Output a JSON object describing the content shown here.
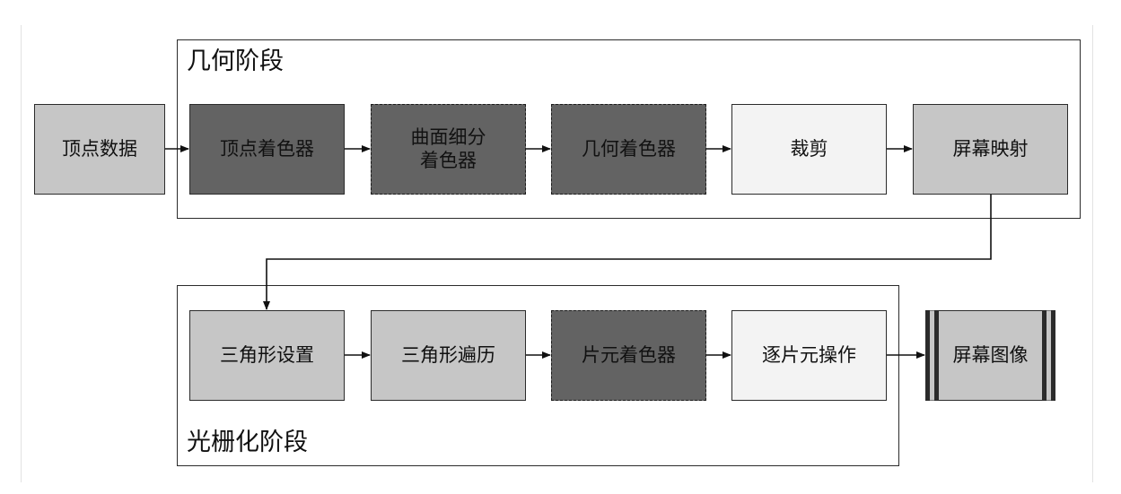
{
  "stages": {
    "geometry": {
      "title": "几何阶段",
      "steps": [
        {
          "label": "顶点着色器",
          "fill": "#636363",
          "border": "solid"
        },
        {
          "label": "曲面细分\n着色器",
          "fill": "#636363",
          "border": "dashed"
        },
        {
          "label": "几何着色器",
          "fill": "#636363",
          "border": "dashed"
        },
        {
          "label": "裁剪",
          "fill": "#f3f3f3",
          "border": "solid"
        },
        {
          "label": "屏幕映射",
          "fill": "#c6c6c6",
          "border": "solid"
        }
      ]
    },
    "raster": {
      "title": "光栅化阶段",
      "steps": [
        {
          "label": "三角形设置",
          "fill": "#c6c6c6",
          "border": "solid"
        },
        {
          "label": "三角形遍历",
          "fill": "#c6c6c6",
          "border": "solid"
        },
        {
          "label": "片元着色器",
          "fill": "#636363",
          "border": "dashed"
        },
        {
          "label": "逐片元操作",
          "fill": "#f3f3f3",
          "border": "solid"
        }
      ]
    }
  },
  "input": {
    "label": "顶点数据",
    "fill": "#c6c6c6"
  },
  "output": {
    "label": "屏幕图像",
    "fill": "#c6c6c6"
  },
  "colors": {
    "line": "#111111",
    "frame": "#2b2b2b",
    "dark_fill": "#636363",
    "light_fill": "#c6c6c6",
    "pale_fill": "#f3f3f3"
  }
}
